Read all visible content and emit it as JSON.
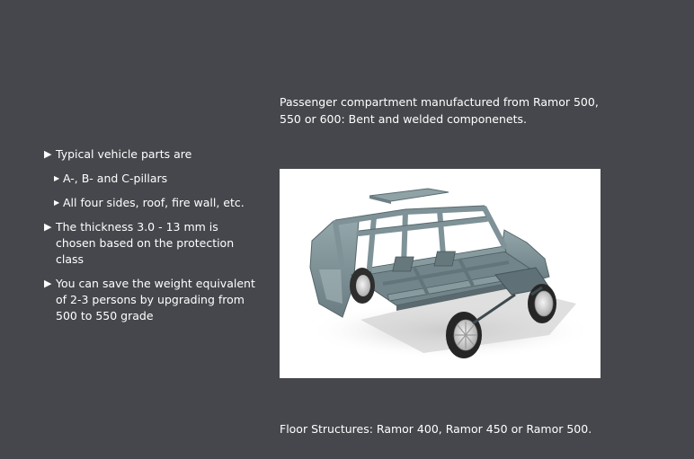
{
  "caption_top": "Passenger compartment manufactured from Ramor 500, 550 or 600: Bent and welded componenets.",
  "caption_bottom": "Floor Structures: Ramor 400, Ramor 450 or Ramor 500.",
  "bullets": [
    {
      "text": "Typical vehicle parts are",
      "level": 1
    },
    {
      "text": "A-, B- and C-pillars",
      "level": 2
    },
    {
      "text": "All four sides, roof, fire wall, etc.",
      "level": 2
    },
    {
      "text": "The thickness 3.0 - 13 mm is chosen based on the protection class",
      "level": 1
    },
    {
      "text": "You can save the weight equivalent of 2-3 persons by upgrading from 500 to 550 grade",
      "level": 1
    }
  ],
  "colors": {
    "background": "#46474c",
    "text": "#ffffff",
    "panel": "#ffffff",
    "steel": "#7e9297"
  }
}
